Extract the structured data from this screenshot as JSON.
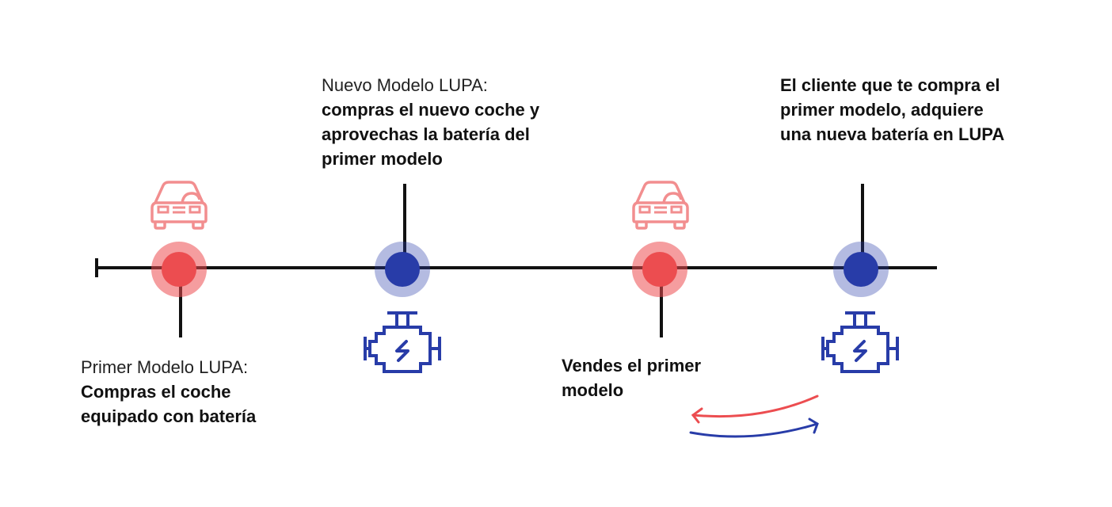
{
  "colors": {
    "red": "#ec4d50",
    "red_light": "#f5a0a1",
    "blue": "#283ca8",
    "blue_light": "#b3b9dd",
    "line": "#111111"
  },
  "events": [
    {
      "title": "Primer Modelo LUPA:",
      "lines": [
        "Compras el coche",
        "equipado con batería"
      ],
      "icon": "car-icon"
    },
    {
      "title": "Nuevo Modelo LUPA:",
      "lines": [
        "compras el nuevo coche y",
        "aprovechas la batería del",
        "primer modelo"
      ],
      "icon": "engine-battery-icon"
    },
    {
      "title": "",
      "lines": [
        "Vendes el primer",
        "modelo"
      ],
      "icon": "car-icon"
    },
    {
      "title": "",
      "lines": [
        "El cliente que te compra el",
        "primer modelo, adquiere",
        "una nueva batería en LUPA"
      ],
      "icon": "engine-battery-icon"
    }
  ]
}
